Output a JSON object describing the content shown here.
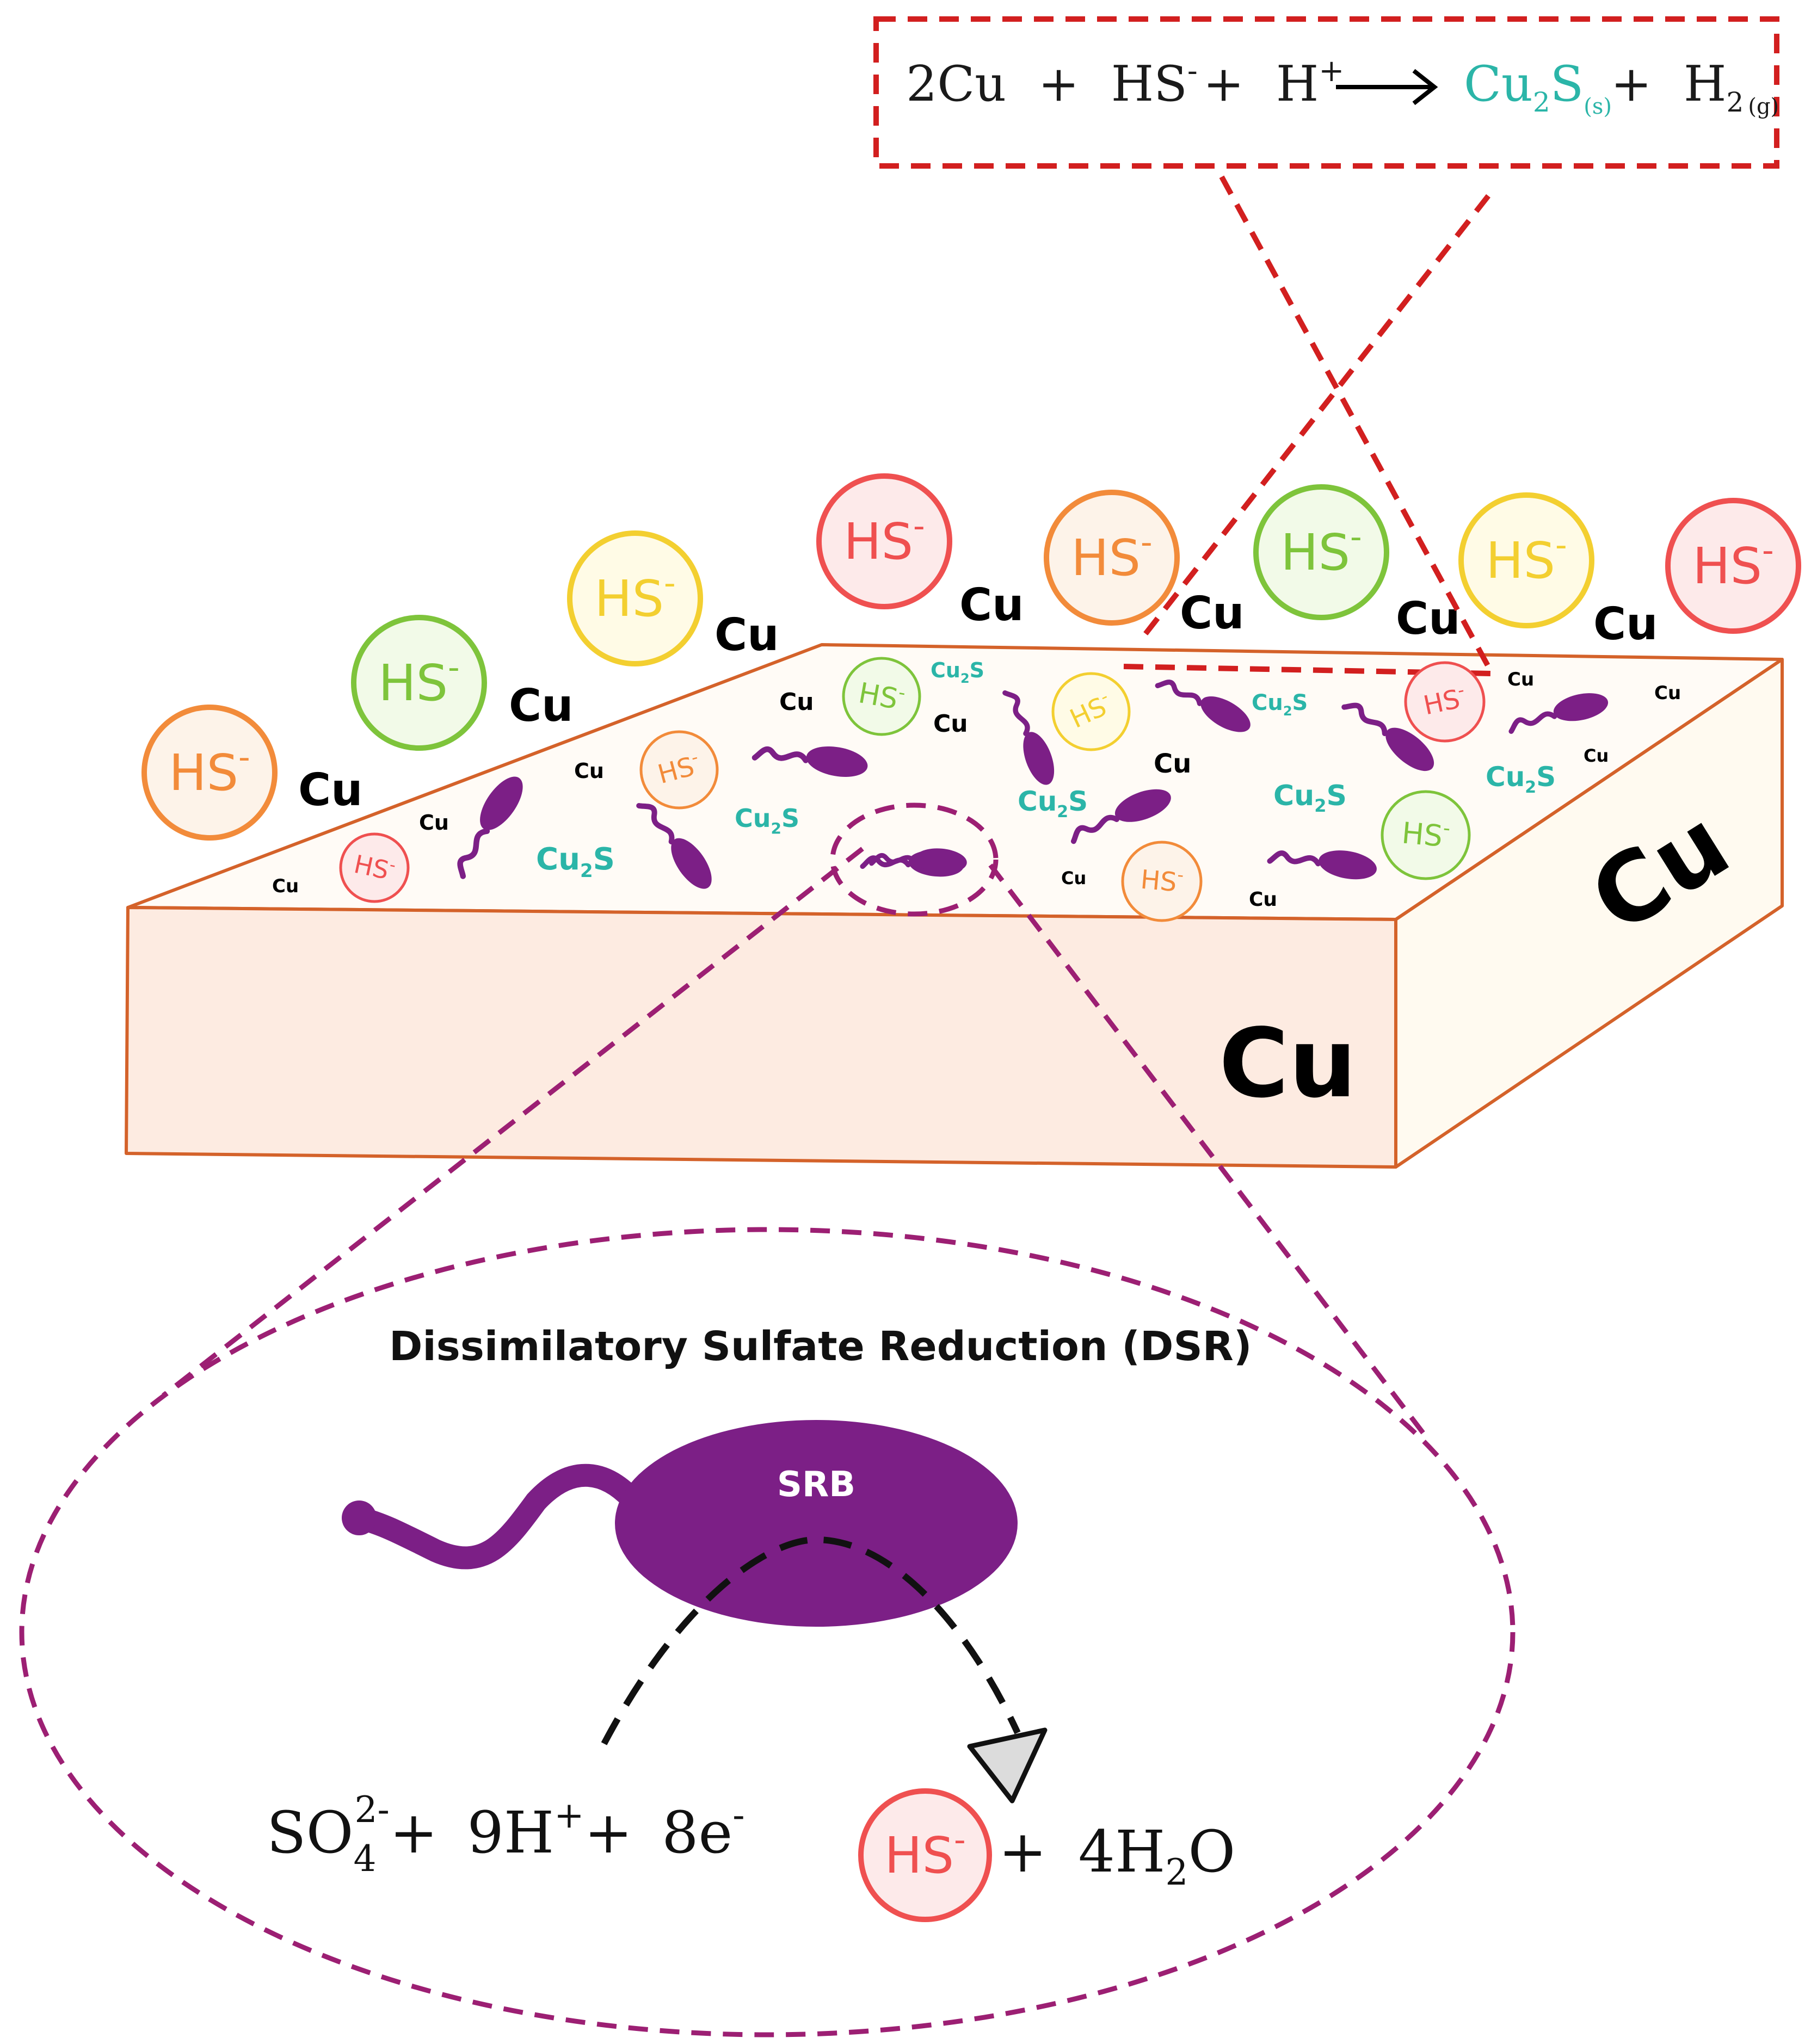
{
  "colors": {
    "copper_stroke": "#d4622a",
    "copper_top": "#fffbf6",
    "copper_front": "#fdebe1",
    "copper_side": "#fffaf0",
    "bacterium": "#7c1f86",
    "red_dash": "#d21f1f",
    "purple_dash": "#9c1f73",
    "cu2s_teal": "#2bb5a8",
    "hs_orange": "#f28b3a",
    "hs_green": "#7ec43b",
    "hs_yellow": "#f3cf30",
    "hs_red": "#ef5050"
  },
  "reaction_top": {
    "reactant_1": "2Cu",
    "plus_1": "+",
    "reactant_2": "HS",
    "reactant_2_charge": "-",
    "plus_2": "+",
    "reactant_3": "H",
    "reactant_3_charge": "+",
    "arrow": "⟶",
    "product_1": "Cu",
    "product_1_sub": "2",
    "product_1_tail": "S",
    "product_1_state": "(s)",
    "plus_3": "+",
    "product_2": "H",
    "product_2_sub": "2",
    "product_2_state": "(g)"
  },
  "hs_ion": {
    "label": "HS",
    "charge": "-"
  },
  "cu2s": {
    "base": "Cu",
    "sub": "2",
    "tail": "S"
  },
  "metal": {
    "label": "Cu"
  },
  "block": {
    "front_label": "Cu",
    "side_label": "Cu"
  },
  "dsr": {
    "title": "Dissimilatory Sulfate Reduction (DSR)",
    "organism": "SRB",
    "reactants": {
      "sulfate": "SO",
      "sulfate_sub": "4",
      "sulfate_charge": "2-",
      "plus_1": "+",
      "protons": "9H",
      "protons_charge": "+",
      "plus_2": "+",
      "electrons": "8e",
      "electrons_charge": "-"
    },
    "products": {
      "plus": "+",
      "water": "4H",
      "water_sub": "2",
      "water_tail": "O"
    }
  }
}
